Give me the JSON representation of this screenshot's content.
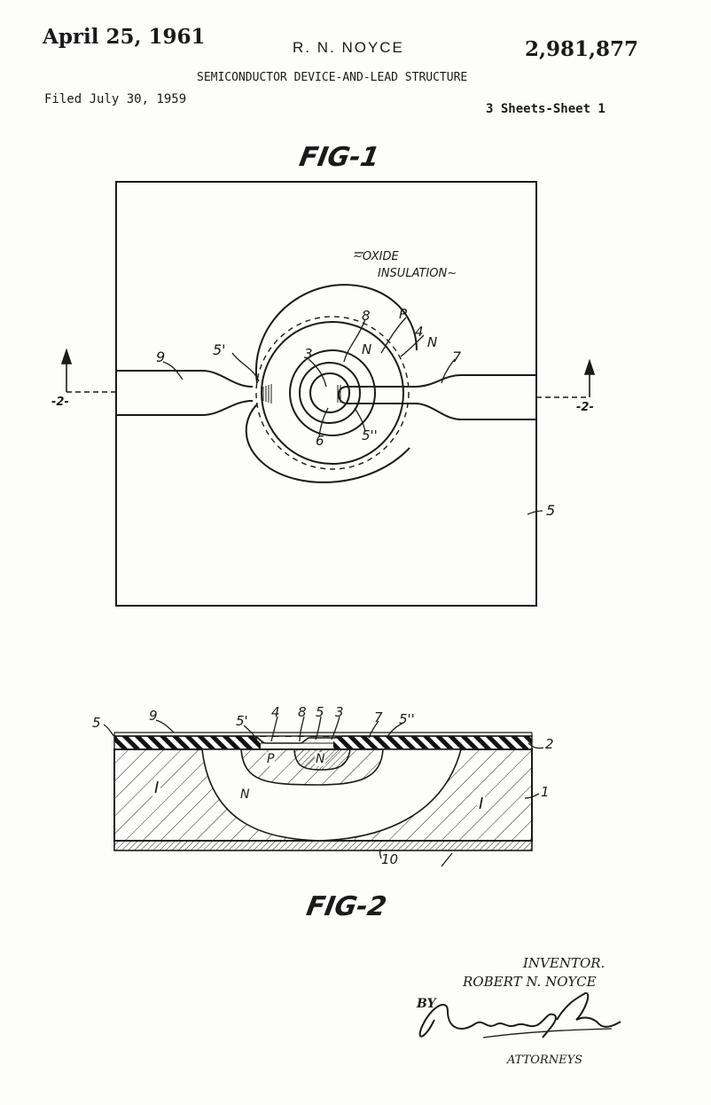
{
  "header": {
    "date": "April 25, 1961",
    "inventor": "R. N. NOYCE",
    "patent_number": "2,981,877",
    "title": "SEMICONDUCTOR DEVICE-AND-LEAD STRUCTURE",
    "filed": "Filed July 30, 1959",
    "sheets": "3 Sheets-Sheet 1"
  },
  "fig1": {
    "caption": "FIG-1",
    "oxide_label_line1": "~OXIDE",
    "oxide_label_line2": "INSULATION~",
    "section_marker": "-2-",
    "refs": {
      "r9": "9",
      "r5p": "5'",
      "r3": "3",
      "r8": "8",
      "rN1": "N",
      "rP": "P",
      "r4": "4",
      "rN2": "N",
      "r7": "7",
      "r6": "6",
      "r5pp": "5''",
      "r5": "5"
    }
  },
  "fig2": {
    "caption": "FIG-2",
    "refs": {
      "r5": "5",
      "r9": "9",
      "r5p": "5'",
      "r4": "4",
      "r8": "8",
      "r5b": "5",
      "r3": "3",
      "r7": "7",
      "r5pp": "5''",
      "r2": "2",
      "r1": "1",
      "rP": "P",
      "rN": "N",
      "rNbig": "N",
      "rI1": "I",
      "rI2": "I",
      "r10": "10"
    }
  },
  "signature": {
    "inventor_label": "INVENTOR.",
    "inventor_name": "ROBERT N. NOYCE",
    "by": "BY",
    "attorneys_label": "ATTORNEYS"
  },
  "colors": {
    "ink": "#1a1a1a",
    "paper": "#fdfdfb"
  }
}
